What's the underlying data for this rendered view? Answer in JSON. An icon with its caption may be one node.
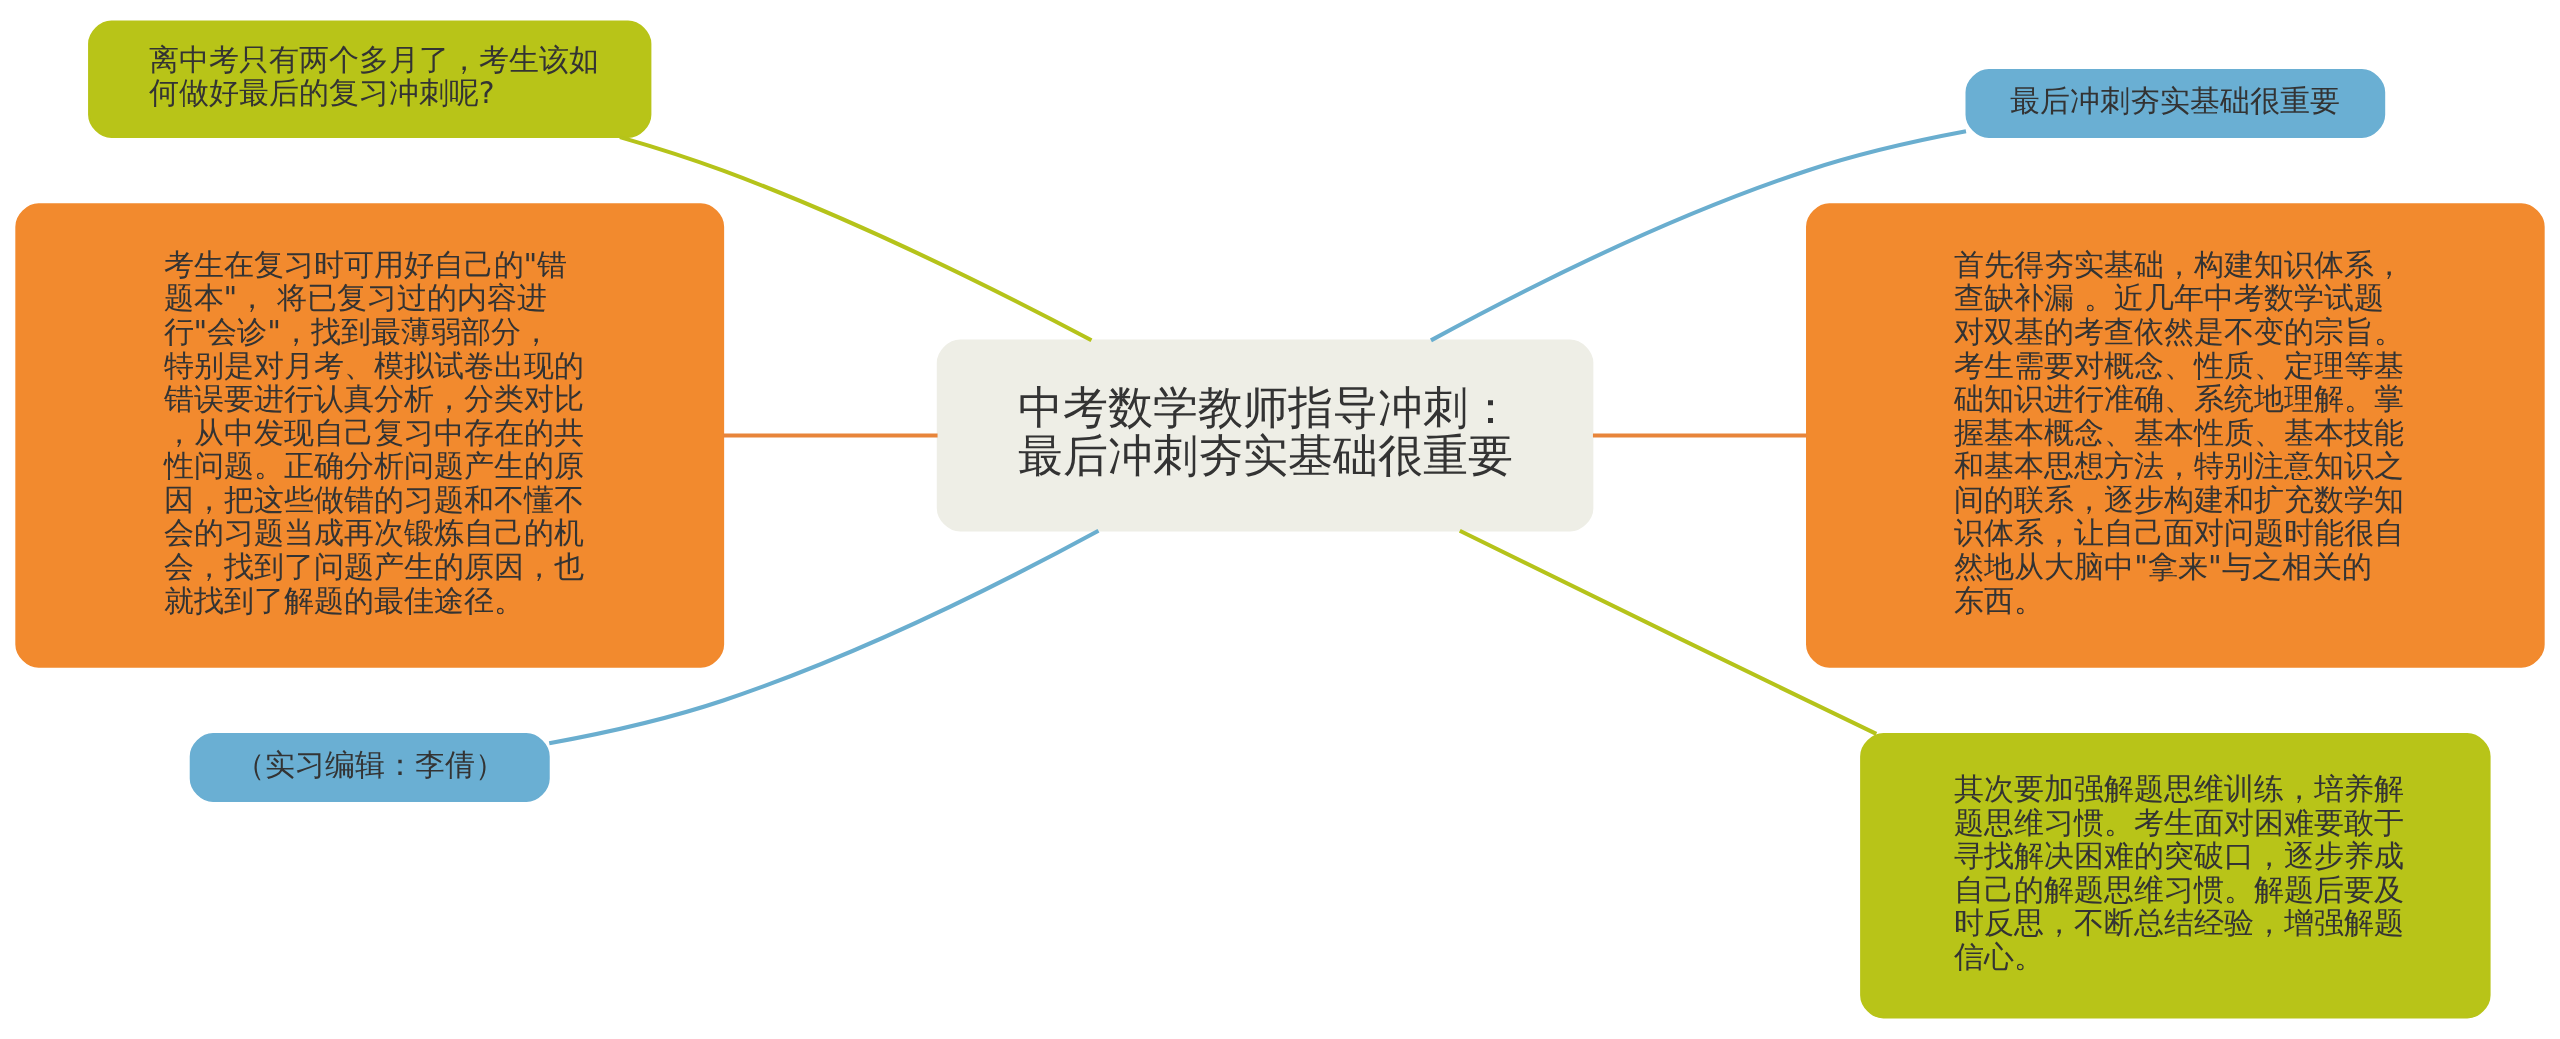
{
  "diagram": {
    "nodes": [
      {
        "text": [
          "中考数学教师指导冲刺：最后冲刺夯实基础很重要"
        ]
      },
      {
        "text": [
          "最后冲刺夯实基础很重要"
        ]
      },
      {
        "text": [
          "离中考只有两个多月了，考生该如何做好最后的复习冲刺呢?"
        ]
      },
      {
        "text": [
          "首先得夯实基础，构建知识体系，查缺补漏 。近几年中考数学试题对双基的考查依然是不变的宗旨。考生需要对概念、性质、定理等基础知识进行准确、系统地理解。掌握基本概念、基本性质、基本技能和基本思想方法，特别注意知识之间的联系，逐步构建和扩充数学知识体系，让自己面对问题时能很自然地从大脑中\"拿来\"与之相关的东西。"
        ]
      },
      {
        "text": [
          "考生在复习时可用好自己的\"错题本\"， 将已复习过的内容进行\"会诊\"，找到最薄弱部分，特别是对月考、模拟试卷出现的错误要进行认真分析，分类对比，从中发现自己复习中存在的共性问题。正确分析问题产生的原因，把这些做错的习题和不懂不会的习题当成再次锻炼自己的机会，找到了问题产生的原因，也就找到了解题的最佳途径。"
        ]
      },
      {
        "text": [
          "其次要加强解题思维训练，培养解题思维习惯。考生面对困难要敢于寻找解决困难的突破口，逐步养成自己的解题思维习惯。解题后要及时反思，不断总结经验，增强解题信心。"
        ]
      },
      {
        "text": [
          "（实习编辑：李倩）"
        ]
      }
    ],
    "edges": [
      {
        "from": 0,
        "to": 1,
        "arrow": "none",
        "color": "#6aaecf"
      },
      {
        "from": 2,
        "to": 0,
        "arrow": "none",
        "color": "#b5c31a"
      },
      {
        "from": 0,
        "to": 3,
        "arrow": "none",
        "color": "#e8853a"
      },
      {
        "from": 4,
        "to": 0,
        "arrow": "none",
        "color": "#e8853a"
      },
      {
        "from": 0,
        "to": 5,
        "arrow": "none",
        "color": "#b5c31a"
      },
      {
        "from": 6,
        "to": 0,
        "arrow": "none",
        "color": "#6aaecf"
      }
    ]
  }
}
